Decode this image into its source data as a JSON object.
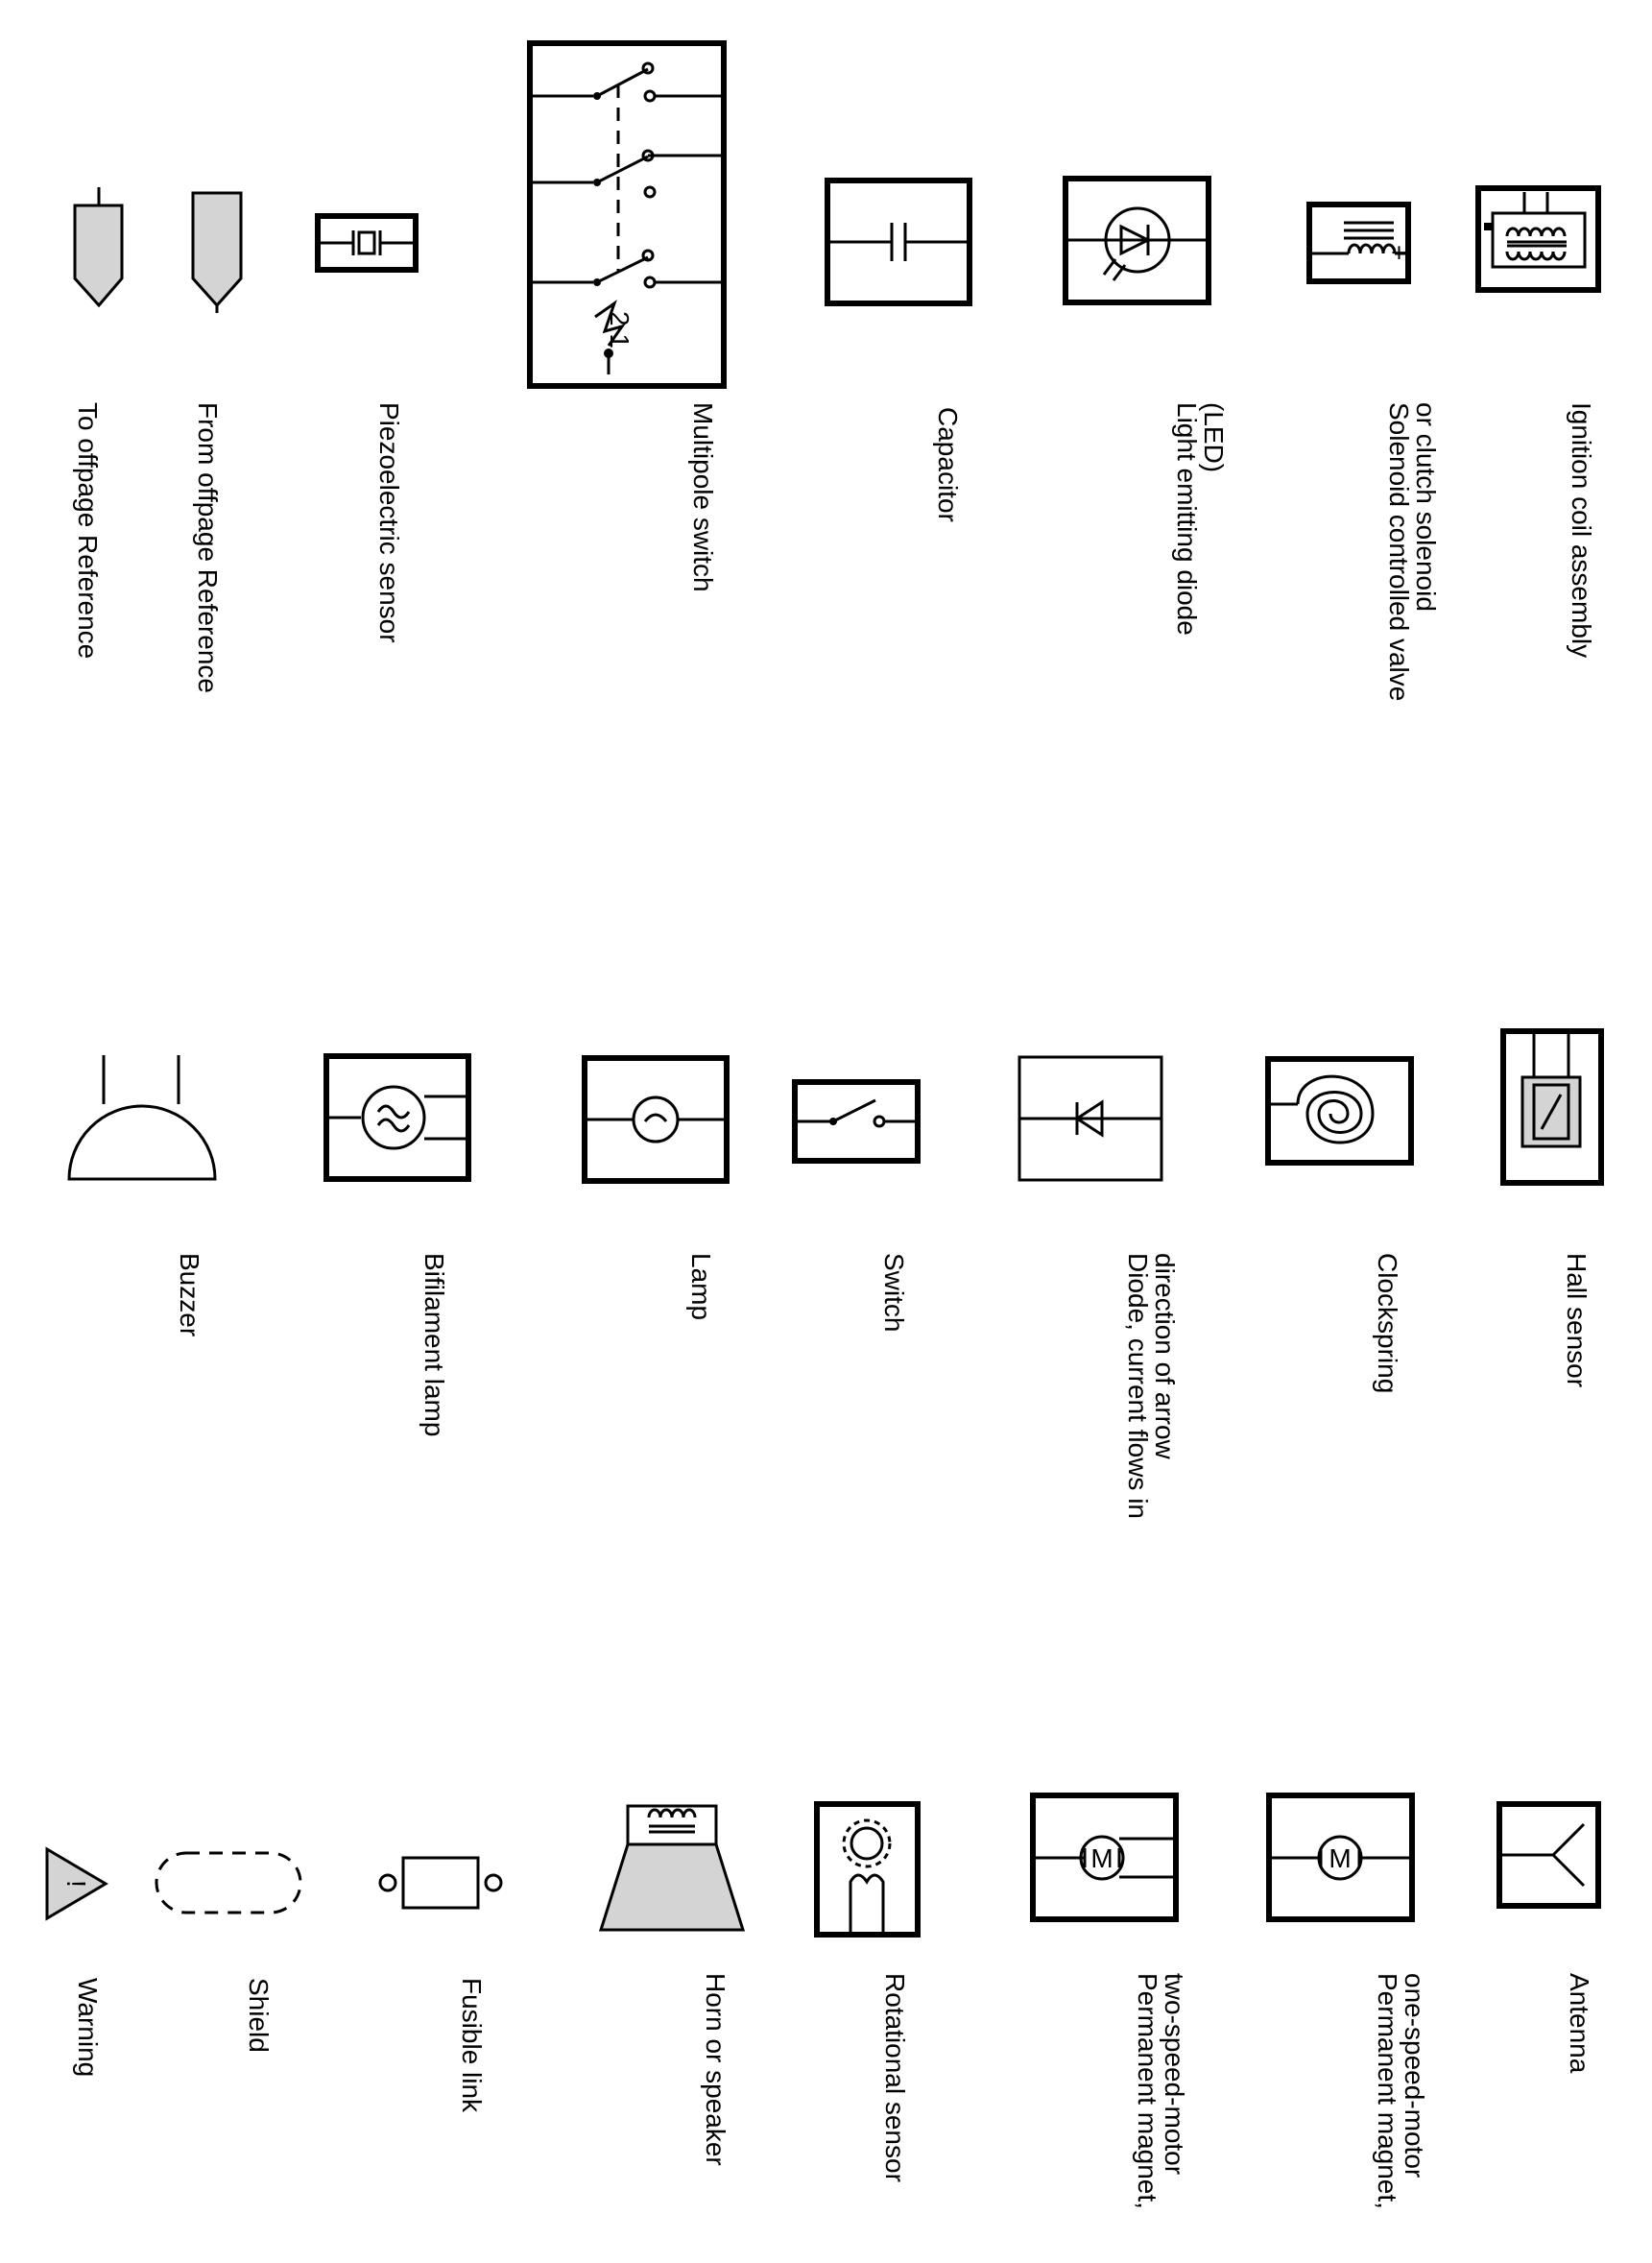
{
  "symbols": {
    "to_offpage_reference": "To offpage Reference",
    "from_offpage_reference": "From offpage Reference",
    "piezoelectric_sensor": "Piezoelectric sensor",
    "multipole_switch": "Multipole switch",
    "multipole_switch_positions": "2 1",
    "capacitor": "Capacitor",
    "led": "Light emitting diode\n(LED)",
    "solenoid_valve": "Solenoid controlled valve\nor clutch solenoid",
    "ignition_coil": "Ignition coil assembly",
    "buzzer": "Buzzer",
    "bifilament_lamp": "Bifilament lamp",
    "lamp": "Lamp",
    "switch": "Switch",
    "diode": "Diode, current flows in\ndirection of arrow",
    "clockspring": "Clockspring",
    "hall_sensor": "Hall sensor",
    "warning": "Warning",
    "shield": "Shield",
    "fusible_link": "Fusible link",
    "horn_or_speaker": "Horn or speaker",
    "rotational_sensor": "Rotational sensor",
    "pm_two_speed_motor": "Permanent magnet,\ntwo-speed-motor",
    "pm_one_speed_motor": "Permanent magnet,\none-speed-motor",
    "antenna": "Antenna",
    "motor_letter": "M",
    "warning_mark": "!",
    "plus_mark": "+"
  }
}
